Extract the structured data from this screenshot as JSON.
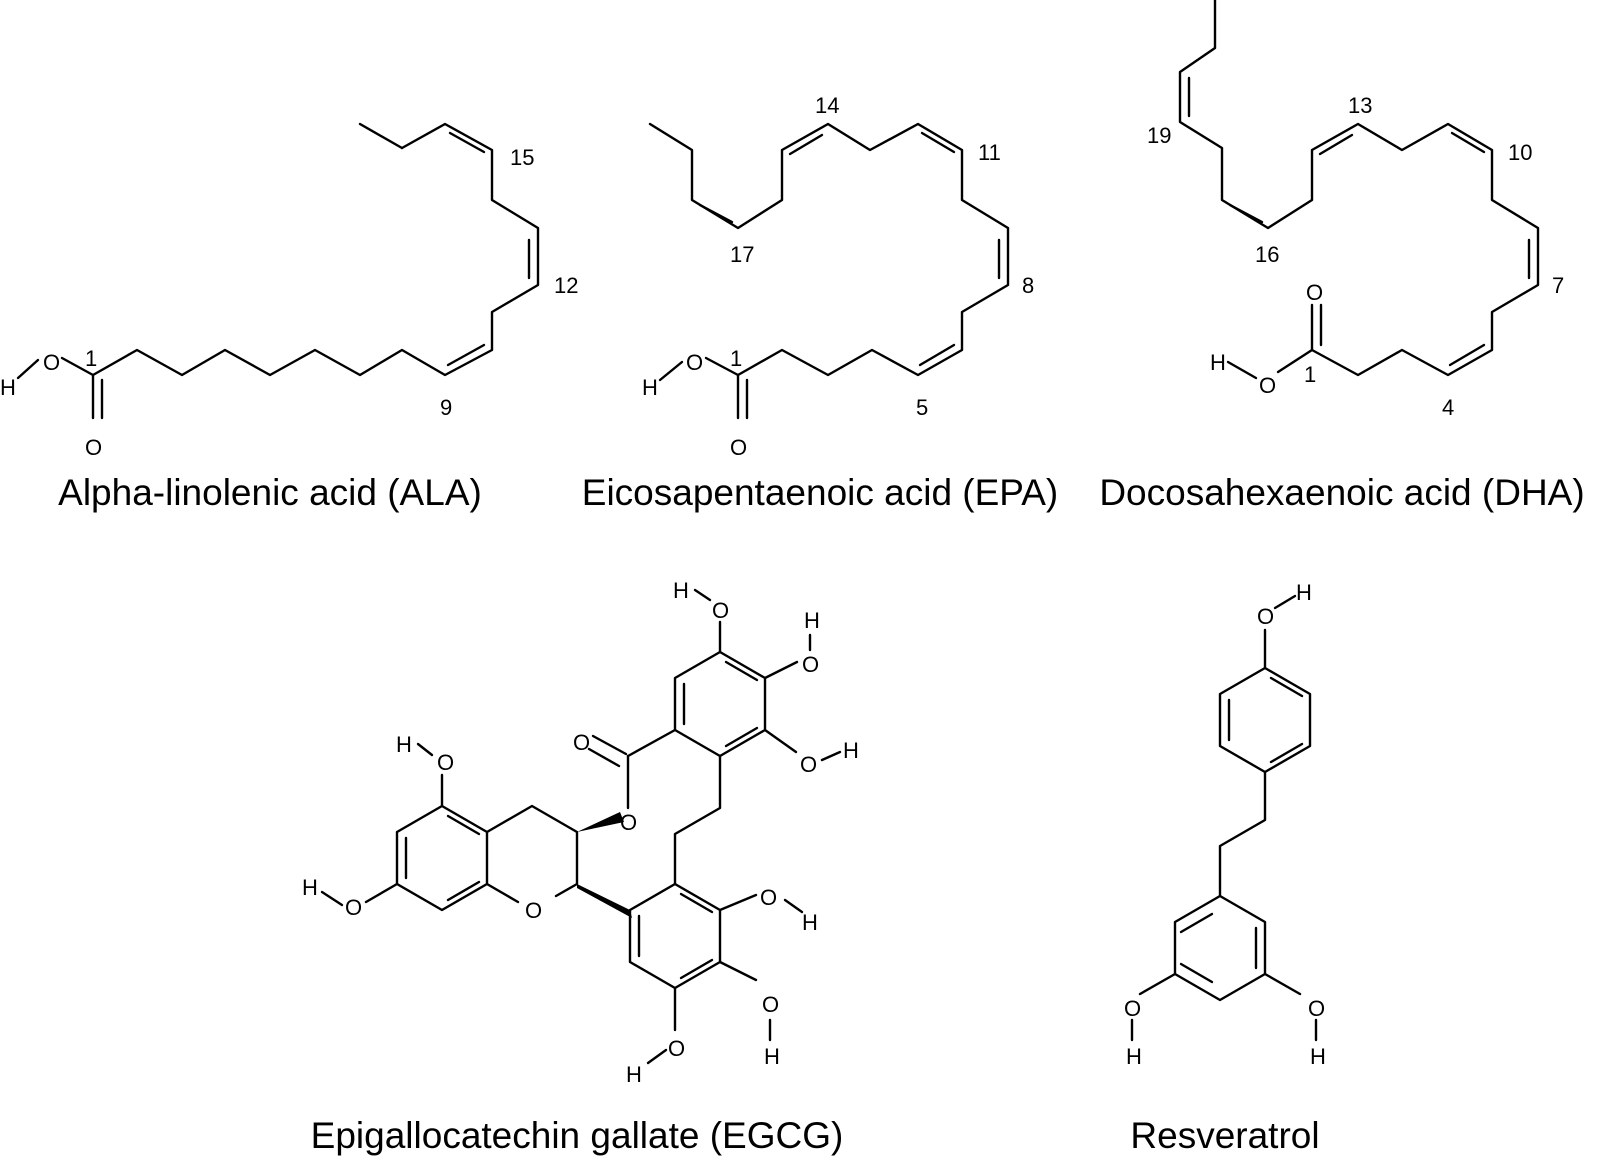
{
  "molecules": {
    "ala": {
      "caption": "Alpha-linolenic acid (ALA)",
      "numbers": [
        "1",
        "9",
        "12",
        "15"
      ]
    },
    "epa": {
      "caption": "Eicosapentaenoic acid (EPA)",
      "numbers": [
        "1",
        "5",
        "8",
        "11",
        "14",
        "17"
      ]
    },
    "dha": {
      "caption": "Docosahexaenoic acid (DHA)",
      "numbers": [
        "1",
        "4",
        "7",
        "10",
        "13",
        "16",
        "19"
      ]
    },
    "egcg": {
      "caption": "Epigallocatechin gallate (EGCG)"
    },
    "res": {
      "caption": "Resveratrol"
    }
  },
  "atoms": {
    "oxygen": "O",
    "hydrogen": "H"
  }
}
